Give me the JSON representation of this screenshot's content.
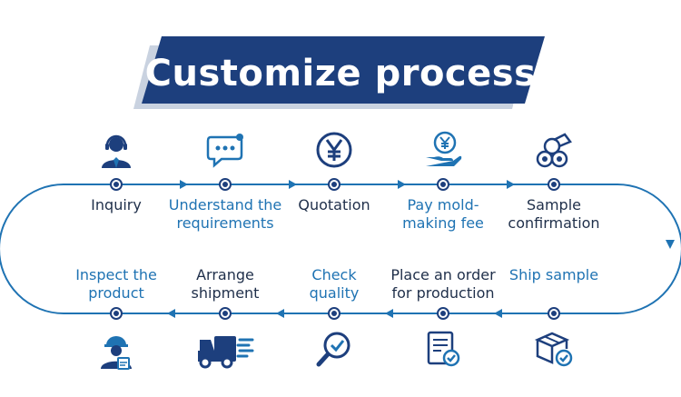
{
  "title": "Customize process",
  "colors": {
    "navy": "#1d3f7d",
    "blue": "#1f73b3",
    "dark": "#1f2f4a"
  },
  "steps_top": [
    {
      "label": "Inquiry",
      "icon": "headset-icon"
    },
    {
      "label": "Understand the requirements",
      "icon": "chat-bubble-icon"
    },
    {
      "label": "Quotation",
      "icon": "yen-icon"
    },
    {
      "label": "Pay mold-making fee",
      "icon": "hand-coin-icon"
    },
    {
      "label": "Sample confirmation",
      "icon": "pipes-icon"
    }
  ],
  "steps_bottom": [
    {
      "label": "Ship sample",
      "icon": "package-check-icon"
    },
    {
      "label": "Place an order for production",
      "icon": "document-check-icon"
    },
    {
      "label": "Check quality",
      "icon": "magnifier-check-icon"
    },
    {
      "label": "Arrange shipment",
      "icon": "truck-icon"
    },
    {
      "label": "Inspect the product",
      "icon": "inspector-icon"
    }
  ]
}
